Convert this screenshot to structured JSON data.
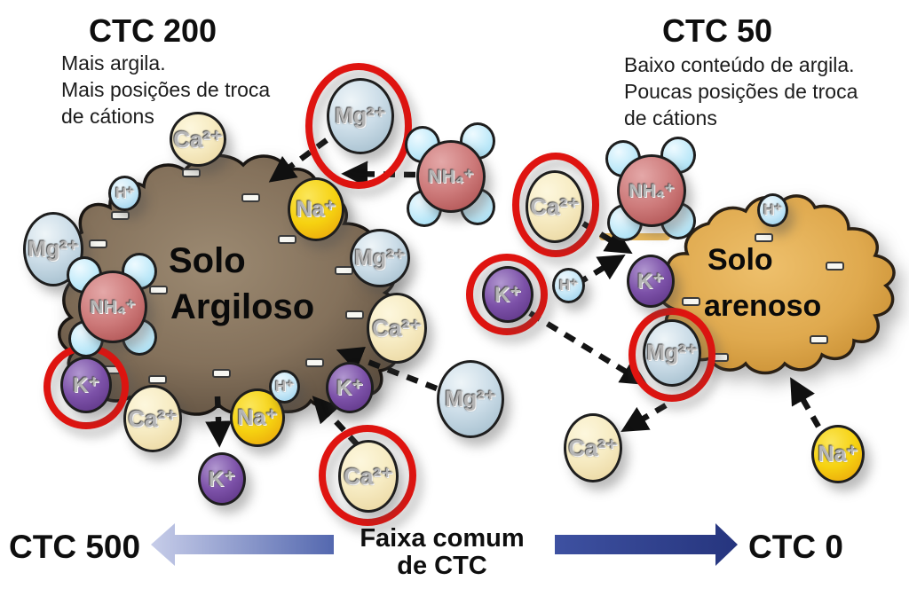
{
  "header_left": {
    "title": "CTC 200",
    "lines": [
      "Mais argila.",
      "Mais posições de troca",
      "de cátions"
    ]
  },
  "header_right": {
    "title": "CTC 50",
    "lines": [
      "Baixo conteúdo de argila.",
      "Poucas posições de troca",
      "de cátions"
    ]
  },
  "soils": {
    "clay": {
      "line1": "Solo",
      "line2": "Argiloso"
    },
    "sand": {
      "line1": "Solo",
      "line2": "arenoso"
    }
  },
  "footer": {
    "left_label": "CTC 500",
    "center_line1": "Faixa comum",
    "center_line2": "de CTC",
    "right_label": "CTC 0"
  },
  "ions": [
    {
      "name": "ca-top-left",
      "label": "Ca²⁺"
    },
    {
      "name": "h-top-left",
      "label": "H⁺"
    },
    {
      "name": "mg-far-left",
      "label": "Mg²⁺"
    },
    {
      "name": "nh4-left",
      "label": "NH₄⁺"
    },
    {
      "name": "k-circled-left",
      "label": "K⁺"
    },
    {
      "name": "ca-bottom-left",
      "label": "Ca²⁺"
    },
    {
      "name": "na-bottom-left",
      "label": "Na⁺"
    },
    {
      "name": "h-bottom-mid",
      "label": "H⁺"
    },
    {
      "name": "k-dropped",
      "label": "K⁺"
    },
    {
      "name": "na-blob-right",
      "label": "Na⁺"
    },
    {
      "name": "mg-blob-right",
      "label": "Mg²⁺"
    },
    {
      "name": "ca-blob-right",
      "label": "Ca²⁺"
    },
    {
      "name": "k-blob-bottom",
      "label": "K⁺"
    },
    {
      "name": "mg-circled-top",
      "label": "Mg²⁺"
    },
    {
      "name": "nh4-center",
      "label": "NH₄⁺"
    },
    {
      "name": "mg-center-bottom",
      "label": "Mg²⁺"
    },
    {
      "name": "ca-circled-bottom",
      "label": "Ca²⁺"
    },
    {
      "name": "ca-circled-right",
      "label": "Ca²⁺"
    },
    {
      "name": "k-circled-right",
      "label": "K⁺"
    },
    {
      "name": "h-right",
      "label": "H⁺"
    },
    {
      "name": "nh4-right",
      "label": "NH₄⁺"
    },
    {
      "name": "k-sand",
      "label": "K⁺"
    },
    {
      "name": "mg-circled-sand",
      "label": "Mg²⁺"
    },
    {
      "name": "h-sand",
      "label": "H⁺"
    },
    {
      "name": "ca-bottom-center",
      "label": "Ca²⁺"
    },
    {
      "name": "na-bottom-right",
      "label": "Na⁺"
    }
  ],
  "colors": {
    "highlight_ring": "#df1410",
    "clay_soil": "#8d7a63",
    "sandy_soil": "#dfa94e",
    "ctc_arrow_left": [
      "#c7cde9",
      "#5468af"
    ],
    "ctc_arrow_right": [
      "#3e51a1",
      "#26357e"
    ],
    "tan_line": "#e7b75c"
  }
}
